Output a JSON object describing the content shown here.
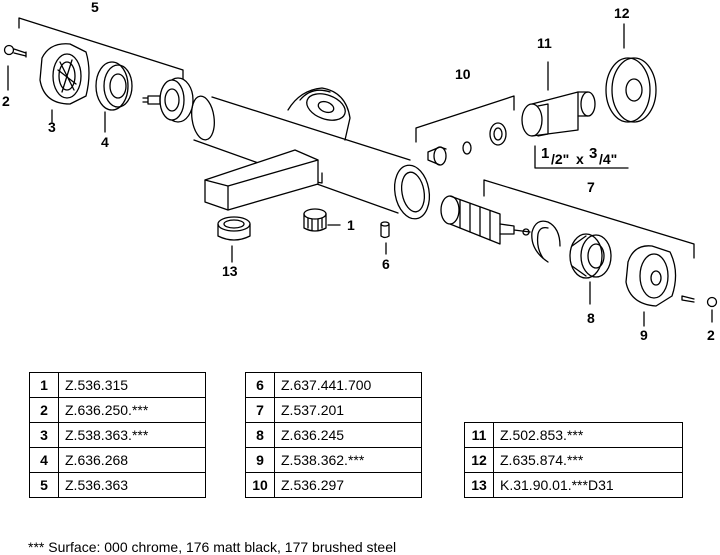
{
  "callouts": [
    "1",
    "2",
    "3",
    "4",
    "5",
    "6",
    "7",
    "8",
    "9",
    "10",
    "11",
    "12",
    "13",
    "2"
  ],
  "thread_label": {
    "a": "1",
    "b": "/2\"",
    "x": "x",
    "c": "3",
    "d": "/4\""
  },
  "parts_table_a": [
    {
      "num": "1",
      "code": "Z.536.315"
    },
    {
      "num": "2",
      "code": "Z.636.250.***"
    },
    {
      "num": "3",
      "code": "Z.538.363.***"
    },
    {
      "num": "4",
      "code": "Z.636.268"
    },
    {
      "num": "5",
      "code": "Z.536.363"
    }
  ],
  "parts_table_b": [
    {
      "num": "6",
      "code": "Z.637.441.700"
    },
    {
      "num": "7",
      "code": "Z.537.201"
    },
    {
      "num": "8",
      "code": "Z.636.245"
    },
    {
      "num": "9",
      "code": "Z.538.362.***"
    },
    {
      "num": "10",
      "code": "Z.536.297"
    }
  ],
  "parts_table_c": [
    {
      "num": "11",
      "code": "Z.502.853.***"
    },
    {
      "num": "12",
      "code": "Z.635.874.***"
    },
    {
      "num": "13",
      "code": "K.31.90.01.***D31"
    }
  ],
  "footnote": "*** Surface: 000 chrome, 176 matt black, 177 brushed steel"
}
